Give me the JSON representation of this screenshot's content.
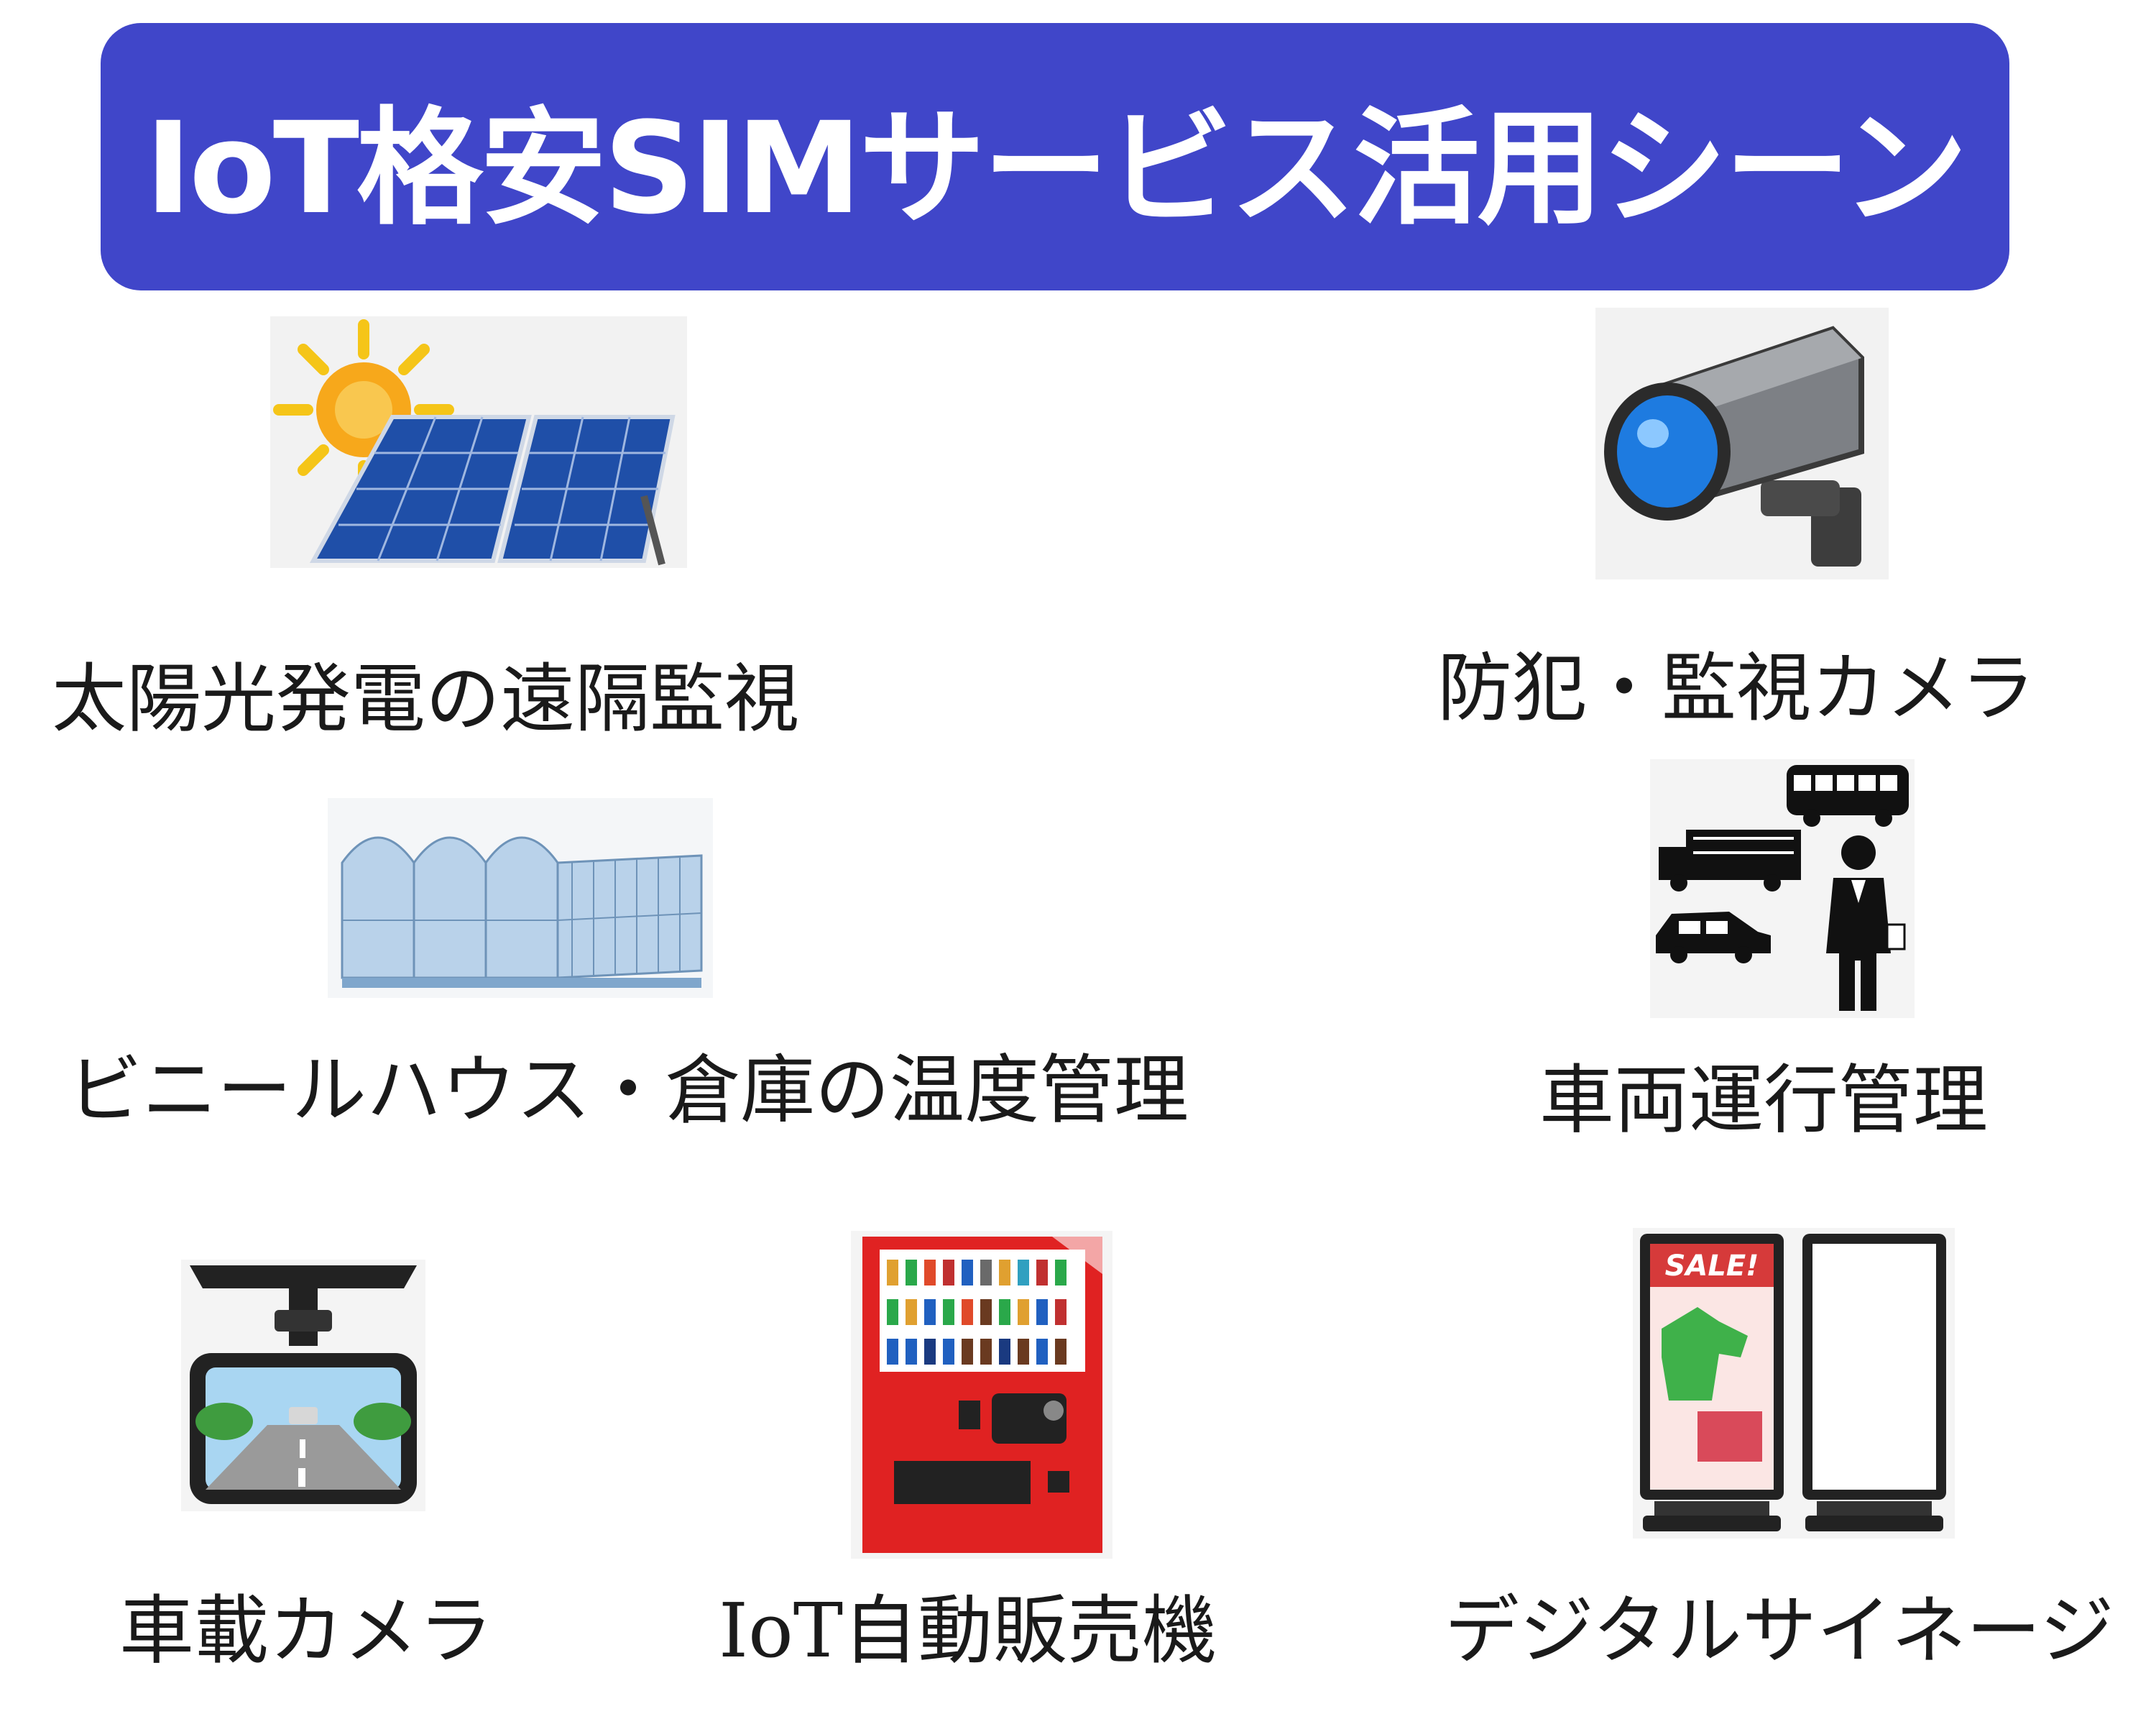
{
  "title": "IoT格安SIMサービス活用シーン",
  "scenes": [
    {
      "label": "太陽光発電の遠隔監視",
      "icon": "solar-panel-icon"
    },
    {
      "label": "防犯・監視カメラ",
      "icon": "security-camera-icon"
    },
    {
      "label": "ビニールハウス・倉庫の温度管理",
      "icon": "greenhouse-icon"
    },
    {
      "label": "車両運行管理",
      "icon": "fleet-management-icon"
    },
    {
      "label": "車載カメラ",
      "icon": "dashcam-icon"
    },
    {
      "label": "IoT自動販売機",
      "icon": "vending-machine-icon"
    },
    {
      "label": "デジタルサイネージ",
      "icon": "digital-signage-icon"
    }
  ],
  "colors": {
    "banner": "#4046c9",
    "banner_text": "#ffffff",
    "label_text": "#1a1a1a"
  }
}
